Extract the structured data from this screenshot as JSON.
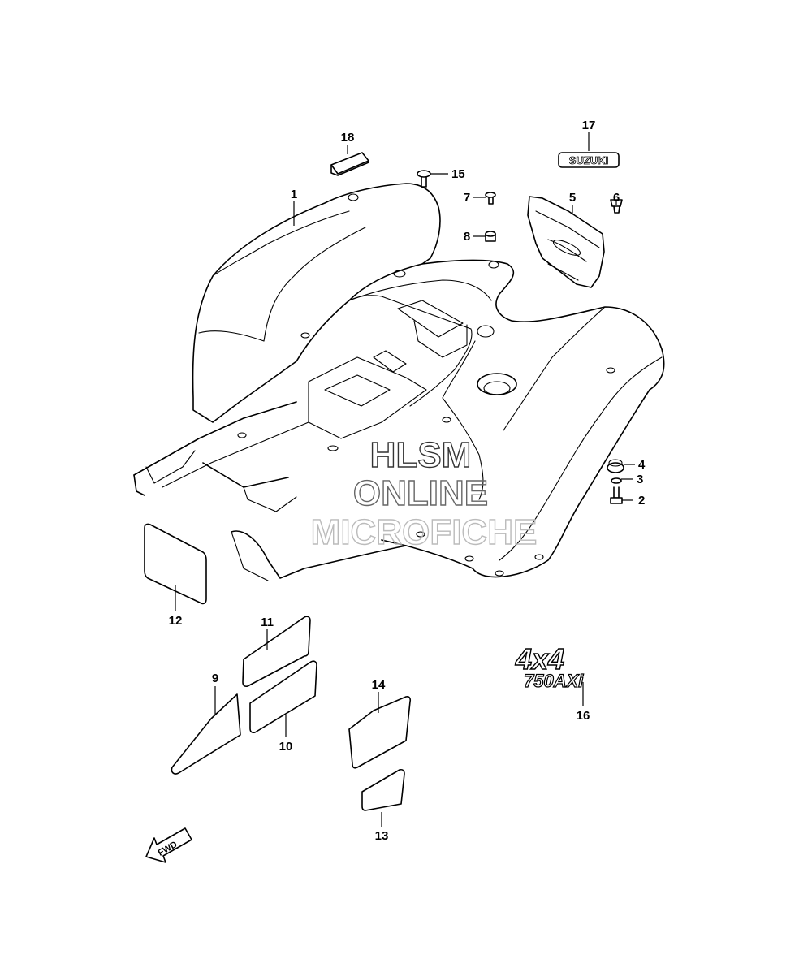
{
  "callouts": [
    {
      "id": "c1",
      "label": "1",
      "part": "rear-fender"
    },
    {
      "id": "c2",
      "label": "2",
      "part": "bolt"
    },
    {
      "id": "c3",
      "label": "3",
      "part": "washer"
    },
    {
      "id": "c4",
      "label": "4",
      "part": "cushion"
    },
    {
      "id": "c5",
      "label": "5",
      "part": "bracket"
    },
    {
      "id": "c6",
      "label": "6",
      "part": "clip"
    },
    {
      "id": "c7",
      "label": "7",
      "part": "screw"
    },
    {
      "id": "c8",
      "label": "8",
      "part": "nut"
    },
    {
      "id": "c9",
      "label": "9",
      "part": "sticker"
    },
    {
      "id": "c10",
      "label": "10",
      "part": "sticker"
    },
    {
      "id": "c11",
      "label": "11",
      "part": "sticker"
    },
    {
      "id": "c12",
      "label": "12",
      "part": "sticker"
    },
    {
      "id": "c13",
      "label": "13",
      "part": "sticker"
    },
    {
      "id": "c14",
      "label": "14",
      "part": "sticker"
    },
    {
      "id": "c15",
      "label": "15",
      "part": "screw"
    },
    {
      "id": "c16",
      "label": "16",
      "part": "emblem"
    },
    {
      "id": "c17",
      "label": "17",
      "part": "emblem"
    },
    {
      "id": "c18",
      "label": "18",
      "part": "pad"
    }
  ],
  "emblems": {
    "brand": "SUZUKI",
    "model_top": "4x4",
    "model_bottom": "750AXi"
  },
  "direction_arrow": "FWD",
  "watermark": {
    "line1": "HLSM",
    "line2": "ONLINE",
    "line3": "MICROFICHE"
  },
  "colors": {
    "line": "#000000",
    "watermark_dark": "#333333",
    "watermark_light": "#bbbbbb"
  }
}
